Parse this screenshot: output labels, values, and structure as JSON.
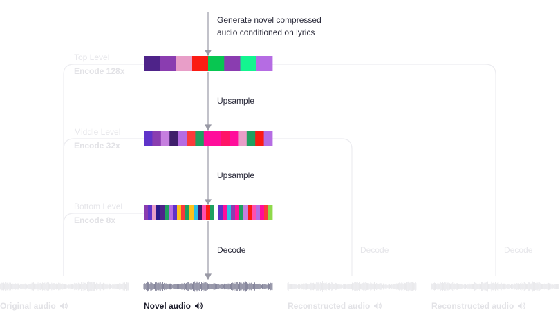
{
  "annotations": {
    "generate_line1": "Generate novel compressed",
    "generate_line2": "audio conditioned on lyrics",
    "upsample_1": "Upsample",
    "upsample_2": "Upsample",
    "decode_main": "Decode",
    "decode_2": "Decode",
    "decode_3": "Decode"
  },
  "levels": [
    {
      "name": "Top Level",
      "encode": "Encode 128x",
      "codes": [
        "#4e2389",
        "#8a3db0",
        "#e89ec8",
        "#fb1b13",
        "#08c651",
        "#8a3db0",
        "#13f590",
        "#b56ce3"
      ]
    },
    {
      "name": "Middle Level",
      "encode": "Encode 32x",
      "codes": [
        "#5f33c9",
        "#8a3db0",
        "#c67fdf",
        "#3f1e6b",
        "#b56ce3",
        "#fb3a3a",
        "#1fa060",
        "#ff0e9b",
        "#ff0e9b",
        "#ff1466",
        "#ff0e9b",
        "#e89ec8",
        "#1fa060",
        "#fb1b13",
        "#b56ce3"
      ]
    },
    {
      "name": "Bottom Level",
      "encode": "Encode 8x",
      "codes": [
        "#8a3db0",
        "#5f33c9",
        "#e89ec8",
        "#2a1a8a",
        "#4e2389",
        "#1fa060",
        "#b56ce3",
        "#5f33c9",
        "#ffc21a",
        "#fb3a3a",
        "#1fa060",
        "#ffc21a",
        "#2bc0e4",
        "#3f1e6b",
        "#ff4fae",
        "#fb1b13",
        "#1fa060",
        "#ffffff",
        "#5f33c9",
        "#ff0e9b",
        "#2bc0e4",
        "#8a3db0",
        "#ff0e9b",
        "#1fa060",
        "#c67fdf",
        "#fb1b13",
        "#ff4fae",
        "#b56ce3",
        "#ff0e9b",
        "#fb3a3a",
        "#8fd94a"
      ]
    }
  ],
  "audio": [
    {
      "label": "Original audio",
      "emphasis": false
    },
    {
      "label": "Novel audio",
      "emphasis": true
    },
    {
      "label": "Reconstructed audio",
      "emphasis": false
    },
    {
      "label": "Reconstructed audio",
      "emphasis": false
    }
  ],
  "colors": {
    "faint": "#e6e6ea",
    "arrow": "#9a9aa6",
    "wave_active": "#6b6b85",
    "wave_faint": "#e4e4e8",
    "text_dark": "#2a2a3a"
  },
  "icons": {
    "speaker": "speaker-icon"
  }
}
